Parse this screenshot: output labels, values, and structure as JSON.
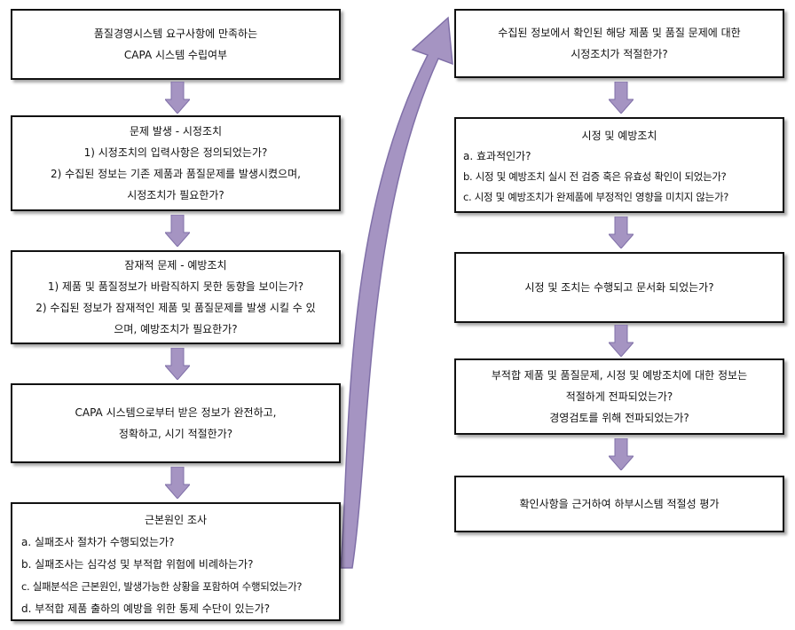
{
  "colors": {
    "arrow_fill": "#a594c2",
    "arrow_stroke": "#8070a8",
    "border": "#111111"
  },
  "left_column": {
    "box1": {
      "lines": [
        "품질경영시스템 요구사항에 만족하는",
        "CAPA 시스템 수립여부"
      ]
    },
    "box2": {
      "lines": [
        "문제 발생 - 시정조치",
        "1) 시정조치의 입력사항은 정의되었는가?",
        "2) 수집된 정보는 기존 제품과 품질문제를 발생시켰으며,",
        "시정조치가 필요한가?"
      ]
    },
    "box3": {
      "lines": [
        "잠재적 문제 - 예방조치",
        "1) 제품 및 품질정보가 바람직하지 못한 동향을 보이는가?",
        "2) 수집된 정보가 잠재적인 제품 및 품질문제를 발생 시킬 수 있",
        "으며, 예방조치가 필요한가?"
      ]
    },
    "box4": {
      "lines": [
        "CAPA 시스템으로부터 받은 정보가 완전하고,",
        "정확하고, 시기 적절한가?"
      ]
    },
    "box5": {
      "title": "근본원인 조사",
      "items": [
        "a. 실패조사 절차가 수행되었는가?",
        "b. 실패조사는 심각성 및 부적합 위험에 비례하는가?",
        "c. 실패분석은 근본원인, 발생가능한 상황을 포함하여 수행되었는가?",
        "d. 부적합 제품 출하의 예방을 위한 통제 수단이 있는가?"
      ]
    }
  },
  "right_column": {
    "box6": {
      "lines": [
        "수집된 정보에서 확인된 해당 제품 및 품질 문제에 대한",
        "시정조치가 적절한가?"
      ]
    },
    "box7": {
      "title": "시정 및 예방조치",
      "items": [
        "a. 효과적인가?",
        "b. 시정 및 예방조치 실시 전 검증 혹은 유효성 확인이 되었는가?",
        "c. 시정 및 예방조치가 완제품에 부정적인 영향을 미치지 않는가?"
      ]
    },
    "box8": {
      "lines": [
        "시정 및 조치는 수행되고 문서화 되었는가?"
      ]
    },
    "box9": {
      "lines": [
        "부적합 제품 및 품질문제, 시정 및 예방조치에 대한 정보는",
        "적절하게 전파되었는가?",
        "경영검토를 위해 전파되었는가?"
      ]
    },
    "box10": {
      "lines": [
        "확인사항을 근거하여 하부시스템 적절성 평가"
      ]
    }
  }
}
